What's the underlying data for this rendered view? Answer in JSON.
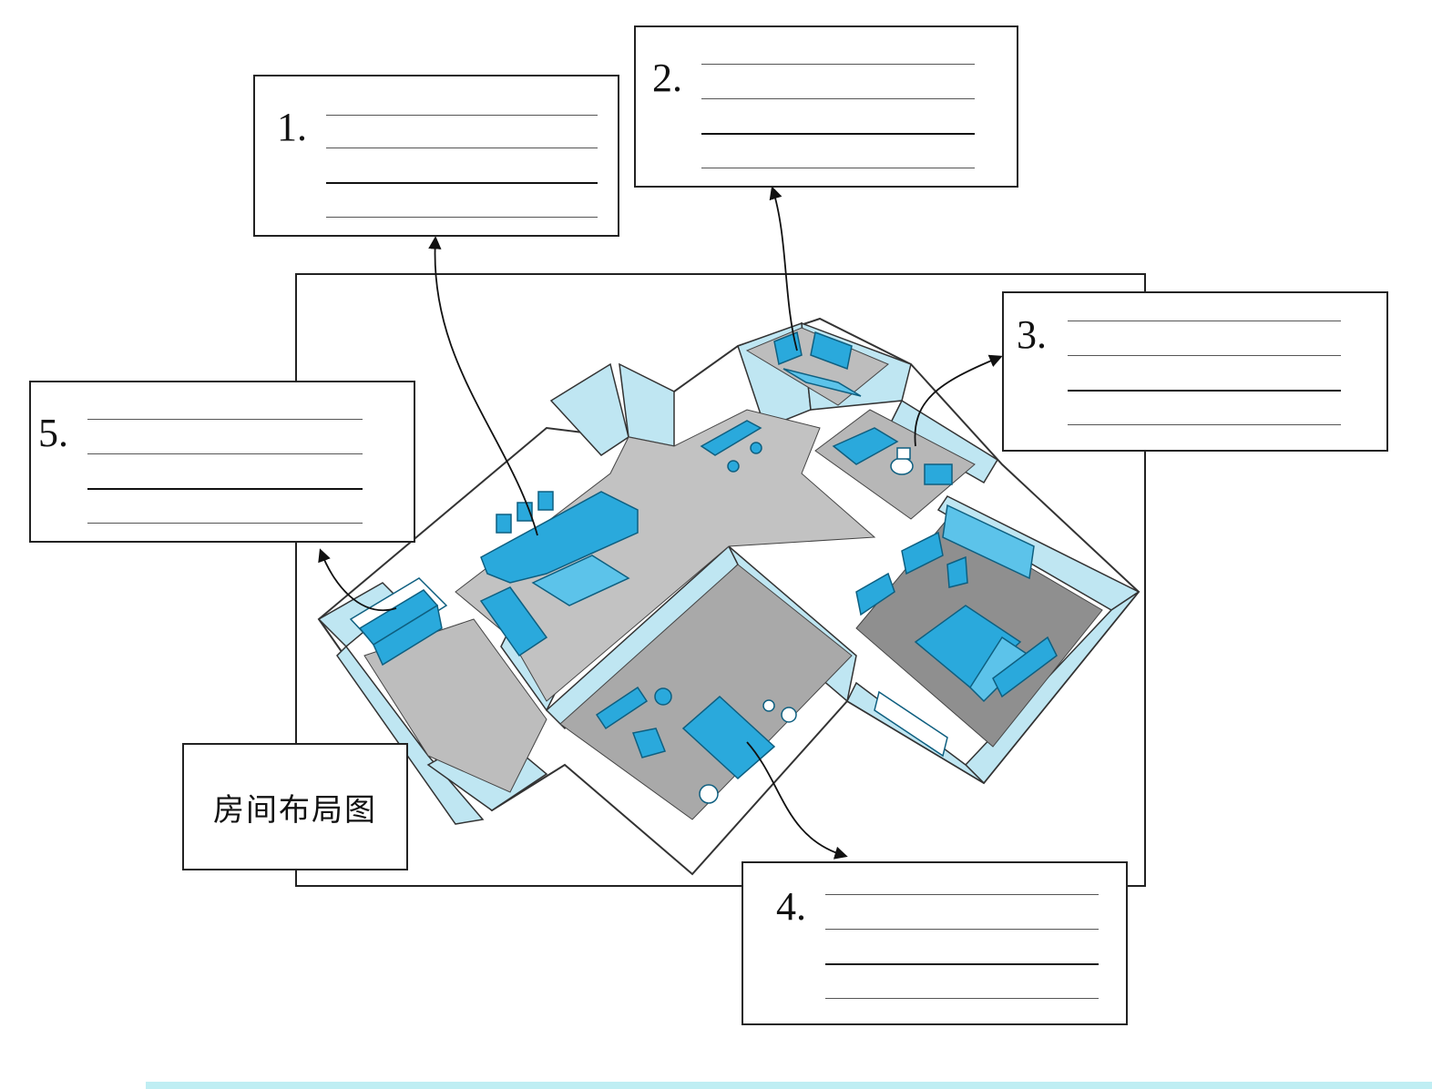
{
  "caption": "房间布局图",
  "label_boxes": [
    {
      "number": "1."
    },
    {
      "number": "2."
    },
    {
      "number": "3."
    },
    {
      "number": "4."
    },
    {
      "number": "5."
    }
  ],
  "colors": {
    "furniture_blue": "#2aa9dc",
    "wall_light_blue": "#bfe6f2",
    "floor_gray": "#b9b9b9",
    "dark_floor": "#8d8d8d",
    "outline": "#222222"
  },
  "icons": [
    "sofa-icon",
    "bed-icon",
    "bookshelf-icon",
    "bathtub-icon",
    "toilet-icon",
    "table-icon",
    "chair-icon"
  ]
}
